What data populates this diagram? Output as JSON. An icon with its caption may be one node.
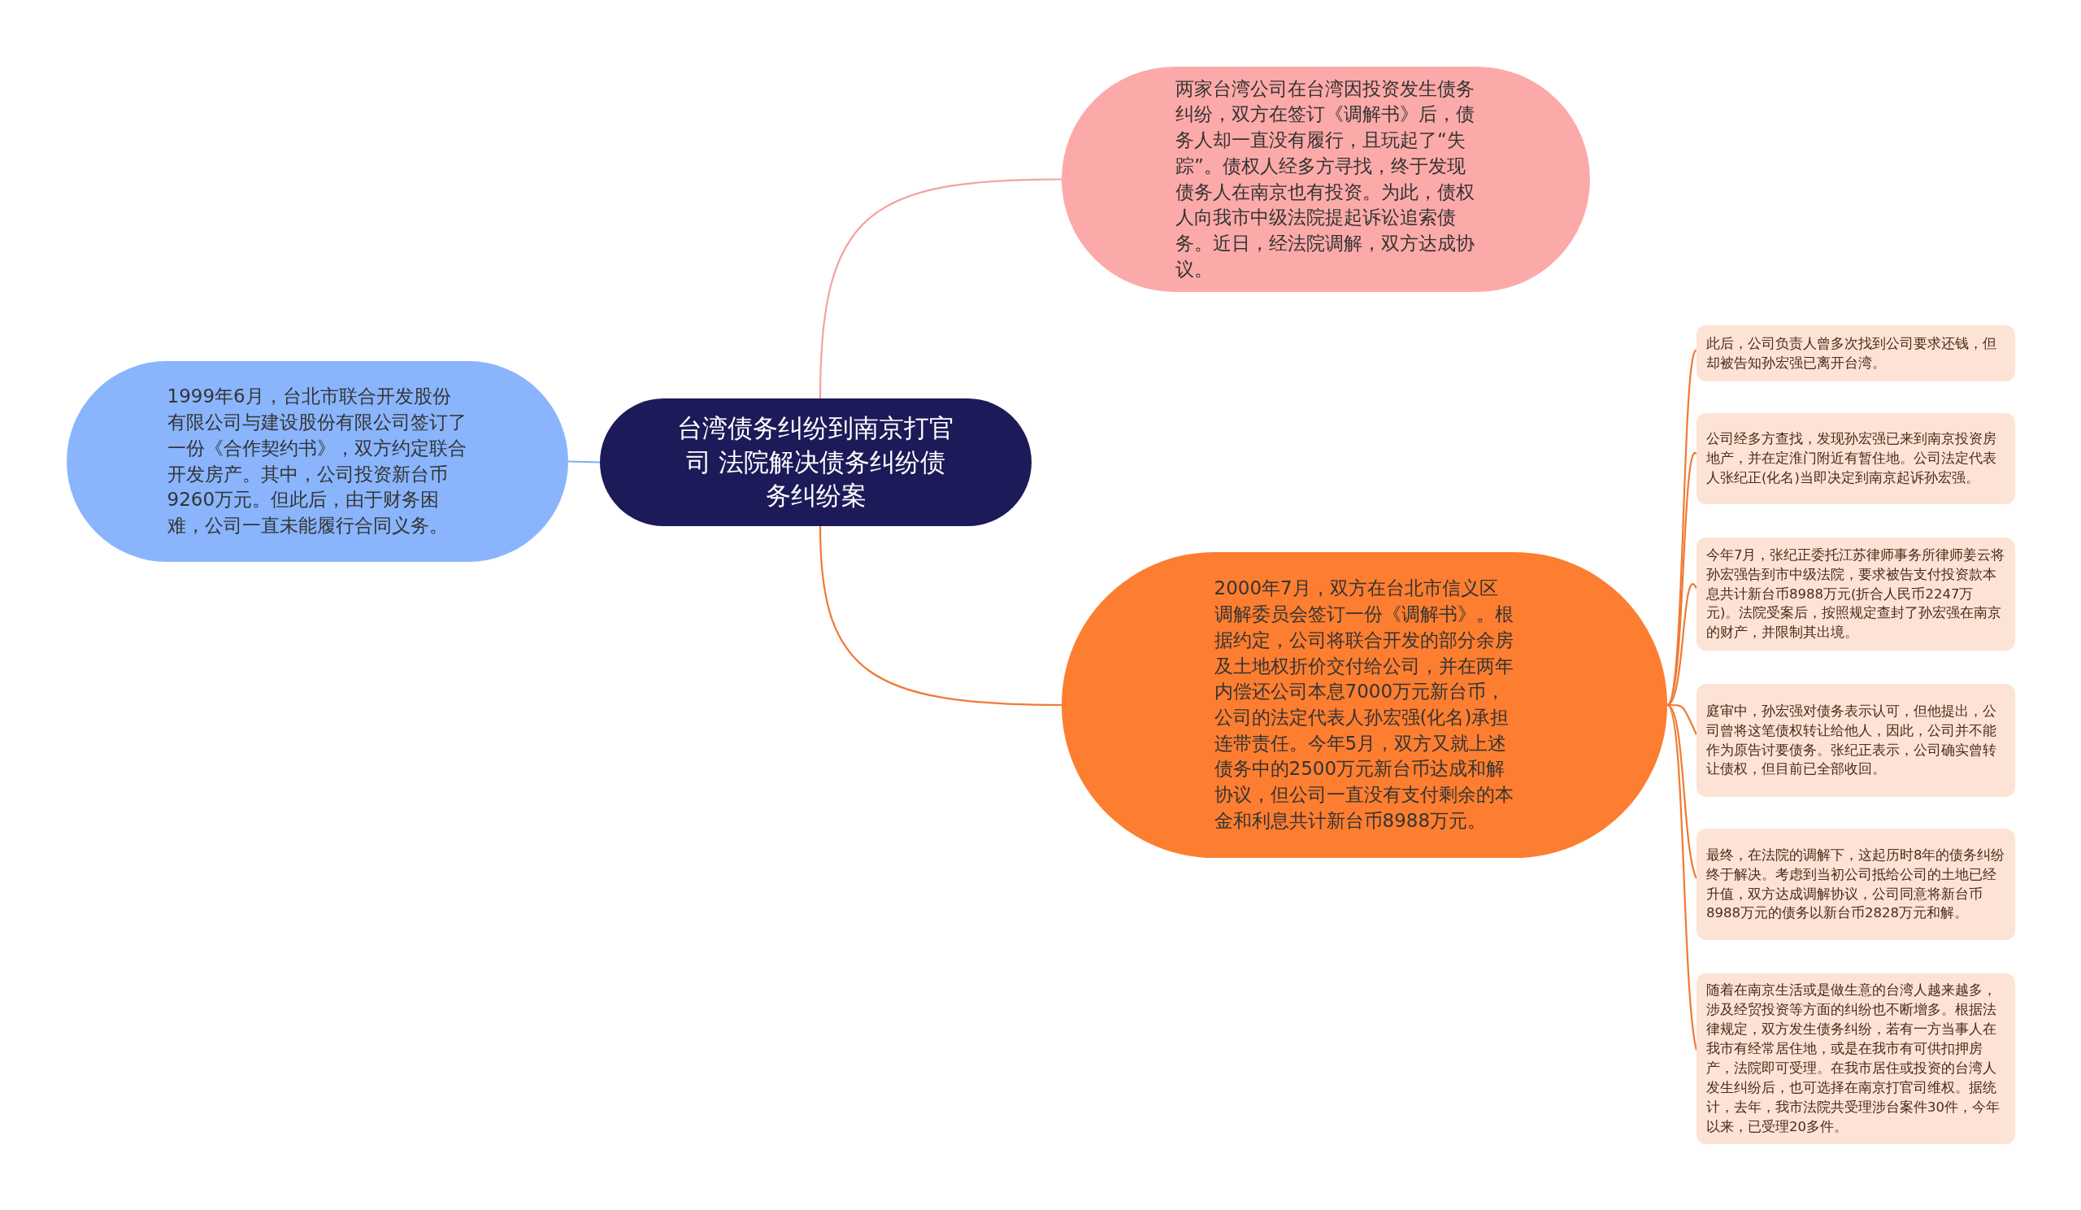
{
  "diagram": {
    "nodes": [
      {
        "text": [
          "台湾债务纠纷到南京打官司 法院解决债务纠纷债务纠纷案"
        ]
      },
      {
        "text": [
          "两家台湾公司在台湾因投资发生债务纠纷，双方在签订《调解书》后，债务人却一直没有履行，且玩起了“失踪”。债权人经多方寻找，终于发现债务人在南京也有投资。为此，债权人向我市中级法院提起诉讼追索债务。近日，经法院调解，双方达成协议。"
        ]
      },
      {
        "text": [
          "2000年7月，双方在台北市信义区调解委员会签订一份《调解书》。根据约定，公司将联合开发的部分余房及土地权折价交付给公司，并在两年内偿还公司本息7000万元新台币，公司的法定代表人孙宏强(化名)承担连带责任。今年5月，双方又就上述债务中的2500万元新台币达成和解协议，但公司一直没有支付剩余的本金和利息共计新台币8988万元。"
        ]
      },
      {
        "text": [
          "1999年6月，台北市联合开发股份有限公司与建设股份有限公司签订了一份《合作契约书》，双方约定联合开发房产。其中，公司投资新台币9260万元。但此后，由于财务困难，公司一直未能履行合同义务。"
        ]
      },
      {
        "text": [
          "此后，公司负责人曾多次找到公司要求还钱，但却被告知孙宏强已离开台湾。"
        ]
      },
      {
        "text": [
          "公司经多方查找，发现孙宏强已来到南京投资房地产，并在定淮门附近有暂住地。公司法定代表人张纪正(化名)当即决定到南京起诉孙宏强。"
        ]
      },
      {
        "text": [
          "今年7月，张纪正委托江苏律师事务所律师姜云将孙宏强告到市中级法院，要求被告支付投资款本息共计新台币8988万元(折合人民币2247万元)。法院受案后，按照规定查封了孙宏强在南京的财产，并限制其出境。"
        ]
      },
      {
        "text": [
          "庭审中，孙宏强对债务表示认可，但他提出，公司曾将这笔债权转让给他人，因此，公司并不能作为原告讨要债务。张纪正表示，公司确实曾转让债权，但目前已全部收回。"
        ]
      },
      {
        "text": [
          "最终，在法院的调解下，这起历时8年的债务纠纷终于解决。考虑到当初公司抵给公司的土地已经升值，双方达成调解协议，公司同意将新台币8988万元的债务以新台币2828万元和解。"
        ]
      },
      {
        "text": [
          "随着在南京生活或是做生意的台湾人越来越多，涉及经贸投资等方面的纠纷也不断增多。根据法律规定，双方发生债务纠纷，若有一方当事人在我市有经常居住地，或是在我市有可供扣押房产，法院即可受理。在我市居住或投资的台湾人发生纠纷后，也可选择在南京打官司维权。据统计，去年，我市法院共受理涉台案件30件，今年以来，已受理20多件。"
        ]
      }
    ],
    "edges": [
      {
        "from": 0,
        "to": 1,
        "arrow": "none",
        "color": "#f2a3a2"
      },
      {
        "from": 0,
        "to": 2,
        "arrow": "none"
      },
      {
        "from": 0,
        "to": 3,
        "arrow": "none",
        "color": "#7fb0ee"
      },
      {
        "from": 2,
        "to": 4,
        "arrow": "none"
      },
      {
        "from": 2,
        "to": 5,
        "arrow": "none"
      },
      {
        "from": 2,
        "to": 6,
        "arrow": "none"
      },
      {
        "from": 2,
        "to": 7,
        "arrow": "none"
      },
      {
        "from": 2,
        "to": 8,
        "arrow": "none"
      },
      {
        "from": 2,
        "to": 9,
        "arrow": "none"
      }
    ]
  }
}
